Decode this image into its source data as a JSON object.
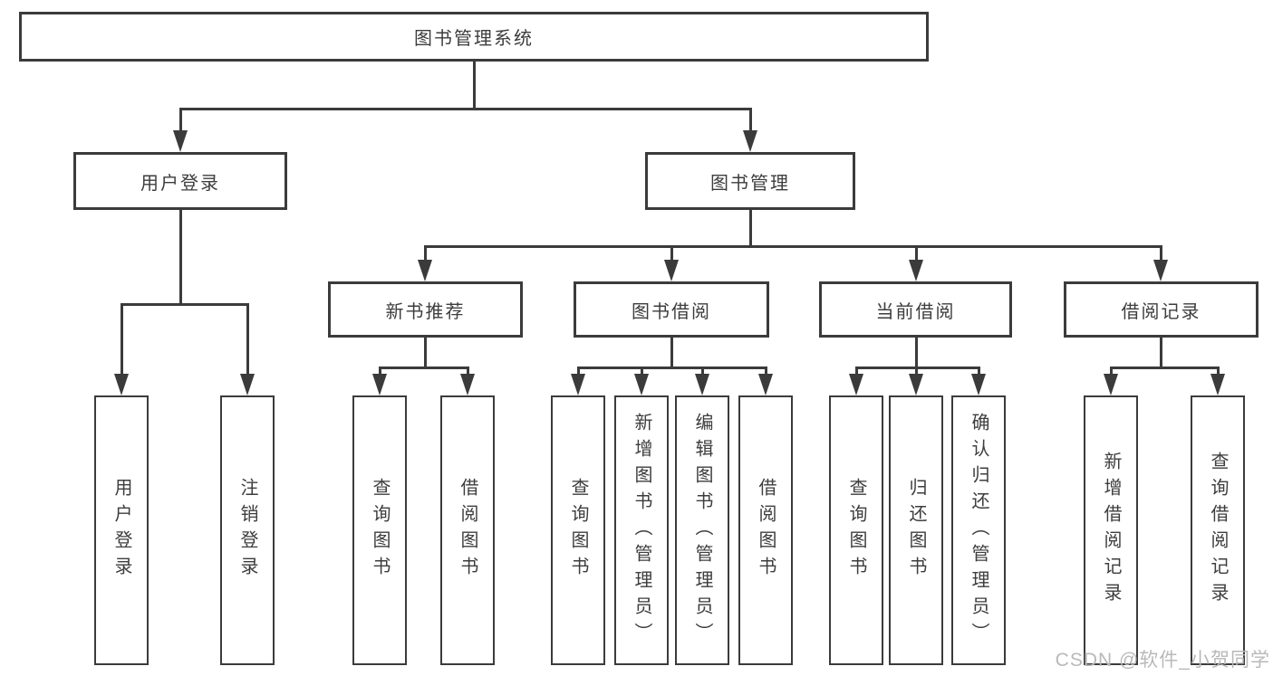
{
  "diagram": {
    "root": {
      "label": "图书管理系统"
    },
    "level2": {
      "user_login": {
        "label": "用户登录"
      },
      "book_mgmt": {
        "label": "图书管理"
      }
    },
    "level3": {
      "new_book": {
        "label": "新书推荐",
        "parent": "图书管理"
      },
      "book_borrow": {
        "label": "图书借阅",
        "parent": "图书管理"
      },
      "current_borrow": {
        "label": "当前借阅",
        "parent": "图书管理"
      },
      "borrow_record": {
        "label": "借阅记录",
        "parent": "图书管理"
      }
    },
    "leaves": [
      {
        "label": "用户登录",
        "parent": "用户登录"
      },
      {
        "label": "注销登录",
        "parent": "用户登录"
      },
      {
        "label": "查询图书",
        "parent": "新书推荐"
      },
      {
        "label": "借阅图书",
        "parent": "新书推荐"
      },
      {
        "label": "查询图书",
        "parent": "图书借阅"
      },
      {
        "label": "新增图书（管理员）",
        "parent": "图书借阅"
      },
      {
        "label": "编辑图书（管理员）",
        "parent": "图书借阅"
      },
      {
        "label": "借阅图书",
        "parent": "图书借阅"
      },
      {
        "label": "查询图书",
        "parent": "当前借阅"
      },
      {
        "label": "归还图书",
        "parent": "当前借阅"
      },
      {
        "label": "确认归还（管理员）",
        "parent": "当前借阅"
      },
      {
        "label": "新增借阅记录",
        "parent": "借阅记录"
      },
      {
        "label": "查询借阅记录",
        "parent": "借阅记录"
      }
    ],
    "watermark": "CSDN @软件_小贺同学",
    "colors": {
      "line": "#3b3b3b",
      "text": "#3d3d3d",
      "watermark": "#b9b9b9",
      "background": "#ffffff"
    }
  }
}
